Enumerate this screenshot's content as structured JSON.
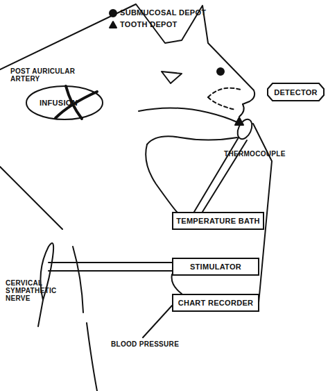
{
  "diagram": {
    "nodes": [
      {
        "text": [
          "POST AURICULAR ARTERY",
          "INFUSION"
        ]
      },
      {
        "text": [
          "DETECTOR"
        ]
      },
      {
        "text": [
          "TEMPERATURE BATH"
        ]
      },
      {
        "text": [
          "STIMULATOR"
        ]
      },
      {
        "text": [
          "CHART RECORDER"
        ]
      }
    ],
    "labels": [
      "THERMOCOUPLE",
      "CERVICAL SYMPATHETIC NERVE",
      "BLOOD PRESSURE"
    ],
    "legend": [
      {
        "text": "SUBMUCOSAL DEPOT"
      },
      {
        "text": "TOOTH DEPOT"
      }
    ]
  }
}
